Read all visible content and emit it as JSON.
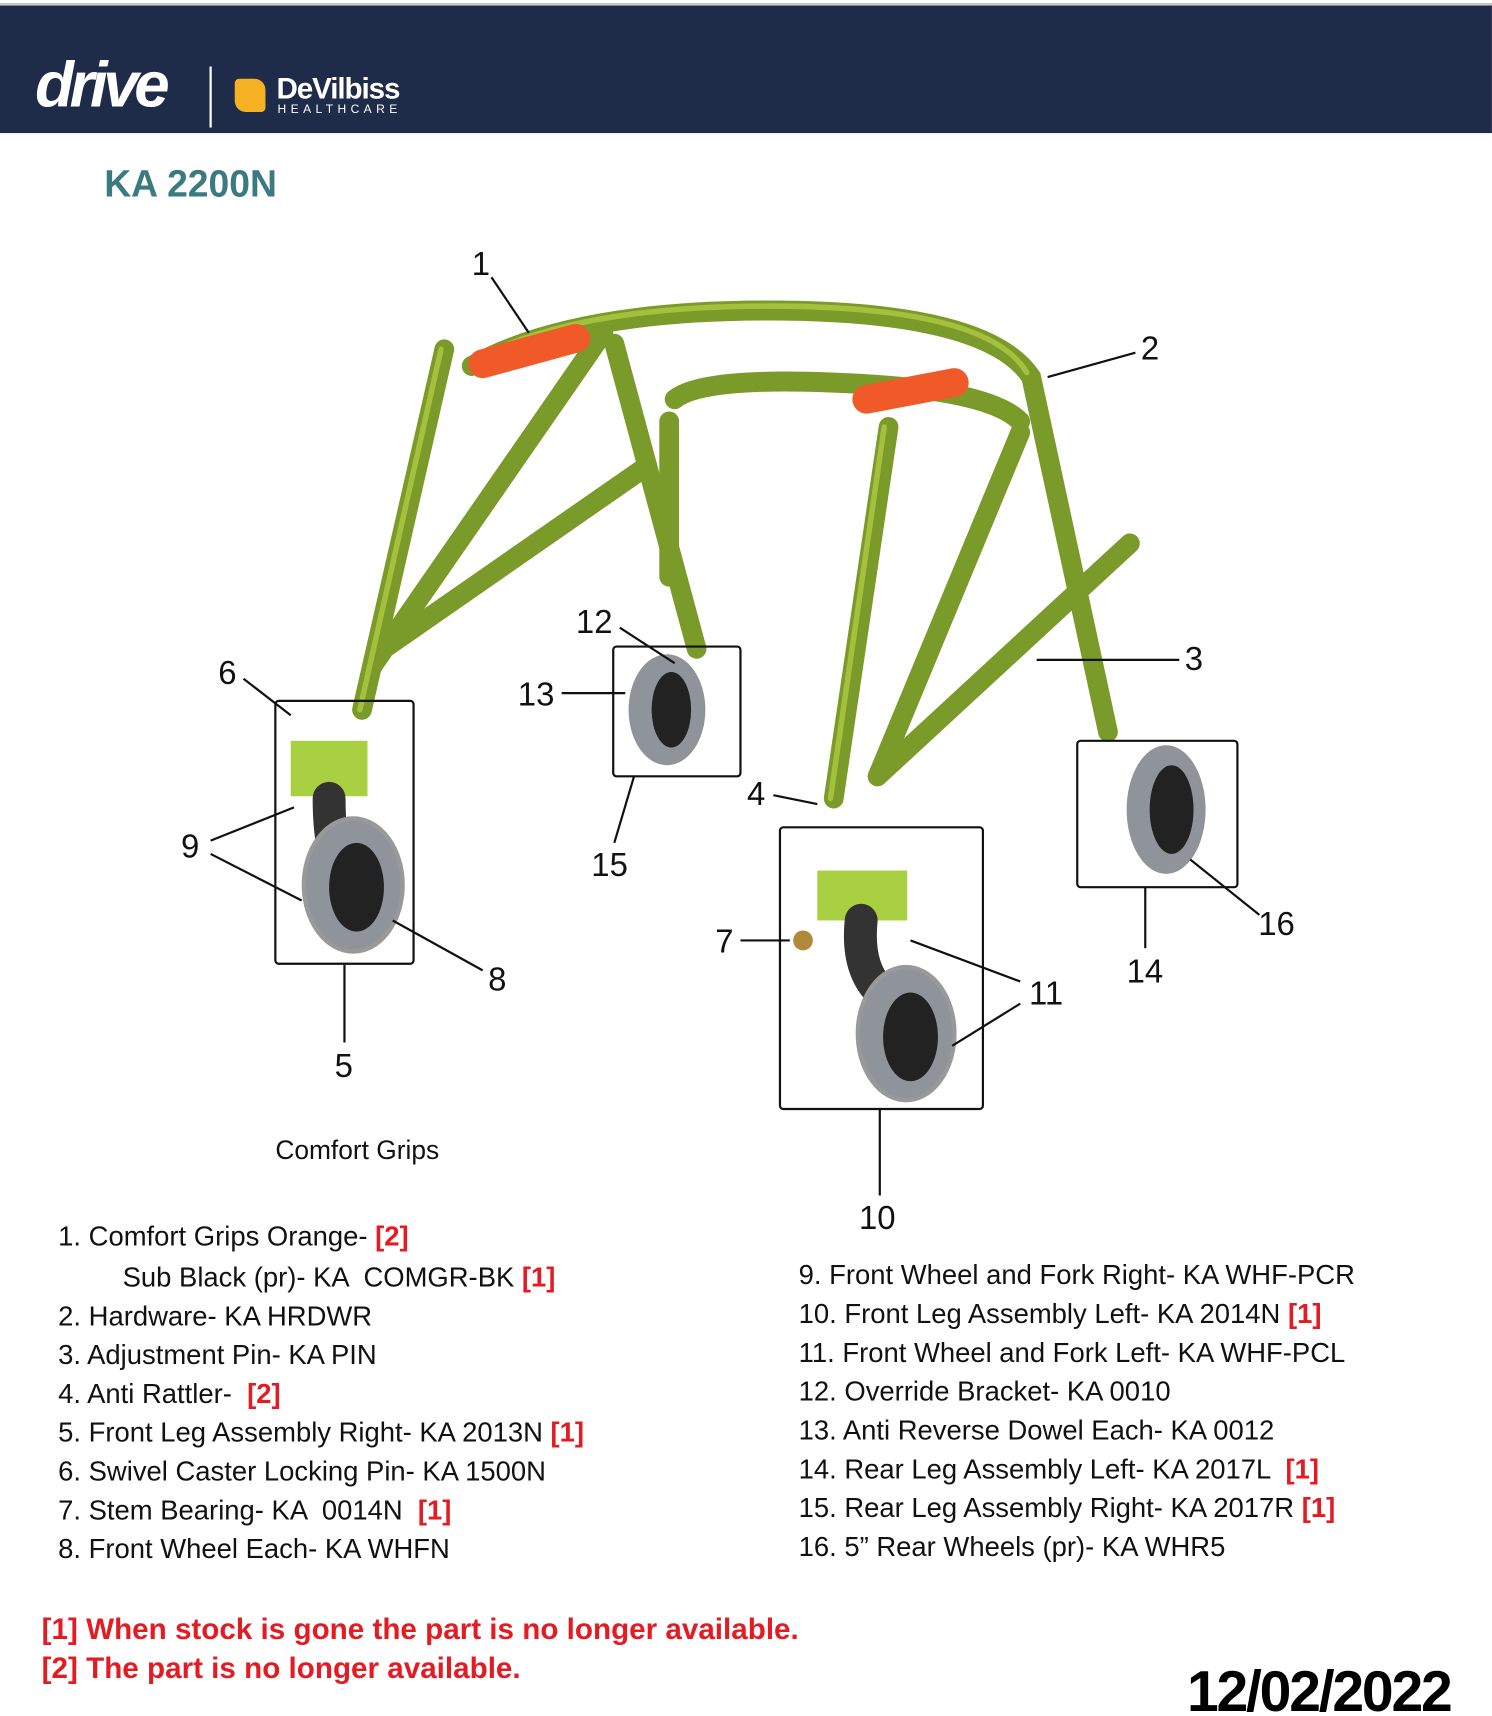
{
  "header": {
    "brand": "drive",
    "partner": "DeVilbiss",
    "partner_sub": "HEALTHCARE",
    "colors": {
      "bg": "#1f2c49",
      "accent": "#f5b121"
    }
  },
  "title": "KA 2200N",
  "callouts": [
    "1",
    "2",
    "3",
    "4",
    "5",
    "6",
    "7",
    "8",
    "9",
    "10",
    "11",
    "12",
    "13",
    "14",
    "15",
    "16"
  ],
  "caption": "Comfort Grips",
  "parts_left": [
    {
      "text": "1. Comfort Grips Orange- ",
      "tag": "[2]"
    },
    {
      "text": "    Sub Black (pr)- KA  COMGR-BK ",
      "tag": "[1]"
    },
    {
      "text": "2. Hardware- KA HRDWR",
      "tag": ""
    },
    {
      "text": "3. Adjustment Pin- KA PIN",
      "tag": ""
    },
    {
      "text": "4. Anti Rattler-  ",
      "tag": "[2]"
    },
    {
      "text": "5. Front Leg Assembly Right- KA 2013N ",
      "tag": "[1]"
    },
    {
      "text": "6. Swivel Caster Locking Pin- KA 1500N",
      "tag": ""
    },
    {
      "text": "7. Stem Bearing- KA  0014N  ",
      "tag": "[1]"
    },
    {
      "text": "8. Front Wheel Each- KA WHFN",
      "tag": ""
    }
  ],
  "parts_right": [
    {
      "text": "9. Front Wheel and Fork Right- KA WHF-PCR",
      "tag": ""
    },
    {
      "text": "10. Front Leg Assembly Left- KA 2014N ",
      "tag": "[1]"
    },
    {
      "text": "11. Front Wheel and Fork Left- KA WHF-PCL",
      "tag": ""
    },
    {
      "text": "12. Override Bracket- KA 0010",
      "tag": ""
    },
    {
      "text": "13. Anti Reverse Dowel Each- KA 0012",
      "tag": ""
    },
    {
      "text": "14. Rear Leg Assembly Left- KA 2017L  ",
      "tag": "[1]"
    },
    {
      "text": "15. Rear Leg Assembly Right- KA 2017R ",
      "tag": "[1]"
    },
    {
      "text": "16. 5” Rear Wheels (pr)- KA WHR5",
      "tag": ""
    }
  ],
  "notes": [
    "[1] When stock is gone the part is no longer available.",
    "[2] The part is no longer available."
  ],
  "date": "12/02/2022"
}
